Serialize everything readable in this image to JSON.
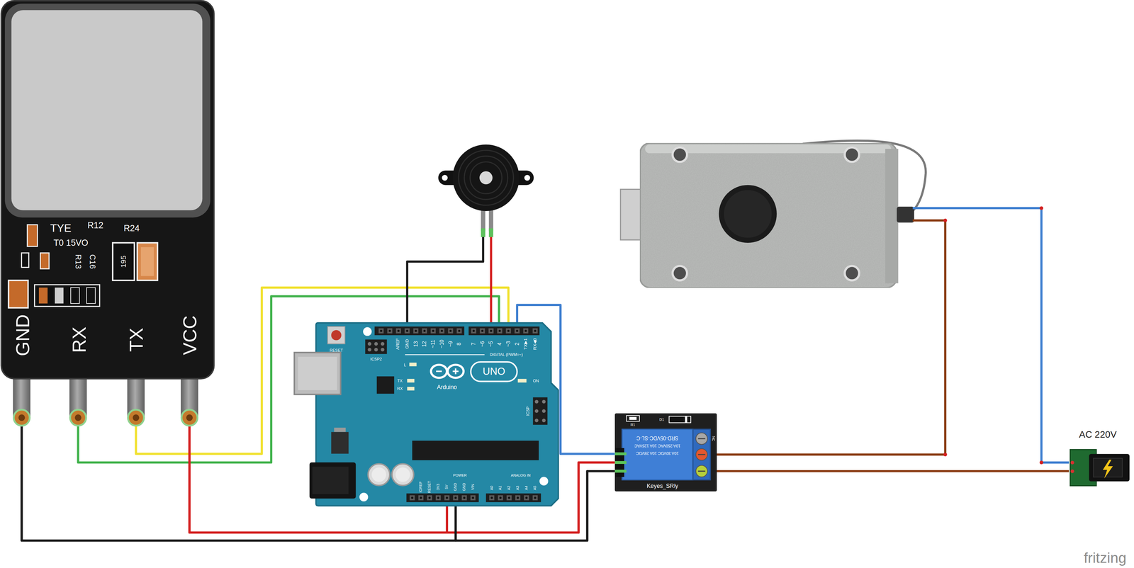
{
  "diagram": {
    "nodes": [
      {
        "text": [
          "TYE",
          "R12",
          "R24",
          "T0 15VO",
          "R13",
          "C16",
          "195",
          "GND",
          "RX",
          "TX",
          "VCC"
        ]
      },
      {
        "text": [
          "RESET",
          "ICSP2",
          "AREF",
          "GND",
          "13",
          "12",
          "~11",
          "~10",
          "~9",
          "8",
          "7",
          "~6",
          "~5",
          "4",
          "~3",
          "2",
          "TX▶1",
          "RX◀0",
          "DIGITAL (PWM=~)",
          "L",
          "TX",
          "RX",
          "UNO",
          "Arduino",
          "ON",
          "ICSP",
          "IOREF",
          "RESET",
          "3V3",
          "5V",
          "GND",
          "GND",
          "VIN",
          "POWER",
          "ANALOG IN",
          "A0",
          "A1",
          "A2",
          "A3",
          "A4",
          "A5"
        ]
      },
      {
        "text": [
          "D1",
          "R1",
          "SRD-05VDC-SL-C",
          "10A 250VAC 10A 125VAC",
          "10A 30VDC 10A 28VDC",
          "NC",
          "Keyes_SRly"
        ]
      },
      {
        "text": [
          "AC 220V"
        ]
      }
    ],
    "edges": [
      {
        "from": 0,
        "to": 1,
        "arrow": "none"
      },
      {
        "from": 0,
        "to": 1,
        "arrow": "none"
      },
      {
        "from": 0,
        "to": 1,
        "arrow": "none"
      },
      {
        "from": 0,
        "to": 2,
        "arrow": "none"
      },
      {
        "from": 1,
        "to": 2,
        "arrow": "none"
      },
      {
        "from": 0,
        "to": 1,
        "arrow": "none"
      },
      {
        "from": 0,
        "to": 2,
        "arrow": "none"
      },
      {
        "from": 1,
        "to": 2,
        "arrow": "none"
      },
      {
        "from": 1,
        "to": 2,
        "arrow": "none"
      },
      {
        "from": 2,
        "to": 3,
        "arrow": "none"
      }
    ],
    "labels": [
      "fritzing"
    ]
  }
}
